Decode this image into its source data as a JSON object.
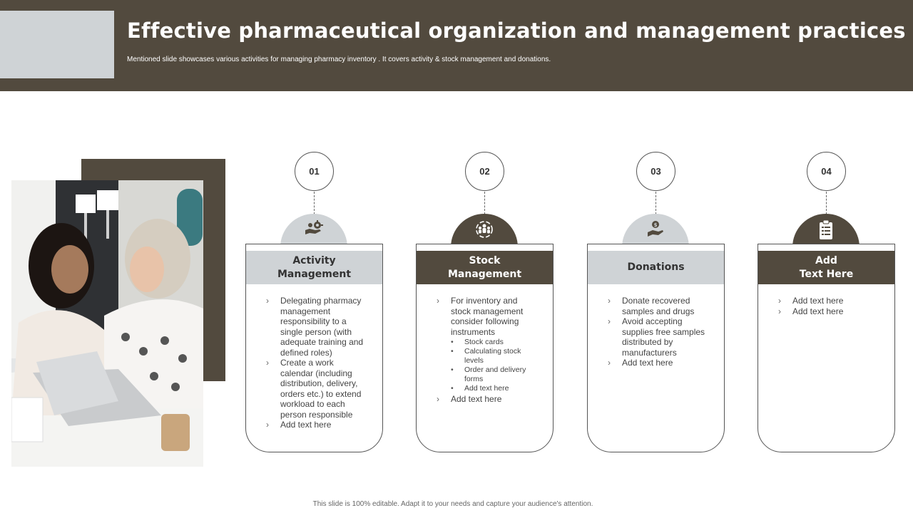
{
  "header": {
    "title": "Effective pharmaceutical organization and management practices",
    "subtitle": "Mentioned slide showcases various activities for managing pharmacy inventory . It covers activity & stock management and donations."
  },
  "colors": {
    "dark": "#524a3e",
    "light": "#cfd3d6",
    "white": "#ffffff"
  },
  "columns": [
    {
      "number": "01",
      "title_line1": "Activity",
      "title_line2": "Management",
      "icon": "gear-hand-icon",
      "style": "light",
      "items": [
        "Delegating pharmacy management responsibility to a single person (with adequate training and defined roles)",
        "Create a work calendar (including distribution, delivery, orders etc.) to extend workload to each person responsible",
        "Add text here"
      ]
    },
    {
      "number": "02",
      "title_line1": "Stock",
      "title_line2": "Management",
      "icon": "team-cycle-icon",
      "style": "dark",
      "items": [
        "For inventory and stock management consider following instruments",
        "Add text here"
      ],
      "subitems": [
        "Stock cards",
        "Calculating stock levels",
        "Order and delivery forms",
        "Add text here"
      ]
    },
    {
      "number": "03",
      "title_line1": "Donations",
      "title_line2": "",
      "icon": "donation-hand-icon",
      "style": "light",
      "items": [
        "Donate recovered samples and drugs",
        "Avoid accepting supplies free samples distributed by manufacturers",
        "Add text here"
      ]
    },
    {
      "number": "04",
      "title_line1": "Add",
      "title_line2": "Text Here",
      "icon": "clipboard-icon",
      "style": "dark",
      "items": [
        "Add text here",
        "Add text here"
      ]
    }
  ],
  "footer": {
    "text": "This slide is 100% editable. Adapt it to your needs and capture your audience's attention."
  }
}
